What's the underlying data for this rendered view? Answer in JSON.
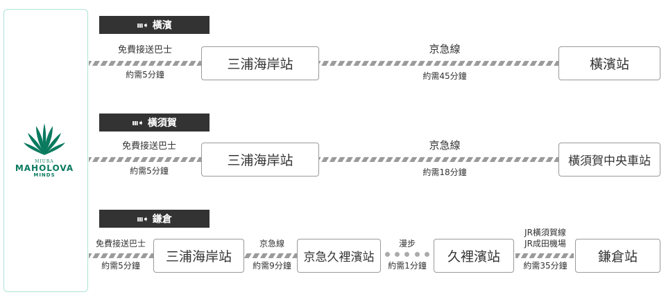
{
  "logo": {
    "top": "MIURA",
    "name": "MAHOLOVA",
    "sub": "MINDS",
    "color": "#0a7a5f"
  },
  "routes": [
    {
      "dest": "橫濱",
      "segments": [
        {
          "above": "免費接送巴士",
          "below": "約需5分鐘",
          "style": "dashed"
        },
        {
          "above": "京急線",
          "below": "約需45分鐘",
          "style": "dashed"
        }
      ],
      "stations": [
        "三浦海岸站",
        "橫濱站"
      ]
    },
    {
      "dest": "橫須賀",
      "segments": [
        {
          "above": "免費接送巴士",
          "below": "約需5分鐘",
          "style": "dashed"
        },
        {
          "above": "京急線",
          "below": "約需18分鐘",
          "style": "dashed"
        }
      ],
      "stations": [
        "三浦海岸站",
        "橫須賀中央車站"
      ]
    },
    {
      "dest": "鎌倉",
      "segments": [
        {
          "above": "免費接送巴士",
          "below": "約需5分鐘",
          "style": "dashed"
        },
        {
          "above": "京急線",
          "below": "約需9分鐘",
          "style": "dashed"
        },
        {
          "above": "漫步",
          "below": "約需1分鐘",
          "style": "dotted"
        },
        {
          "above": "JR橫須賀線",
          "above2": "JR成田機場",
          "below": "約需35分鐘",
          "style": "dashed"
        }
      ],
      "stations": [
        "三浦海岸站",
        "京急久裡濱站",
        "久裡濱站",
        "鎌倉站"
      ]
    }
  ],
  "header_icon": "arrow-right-icon"
}
